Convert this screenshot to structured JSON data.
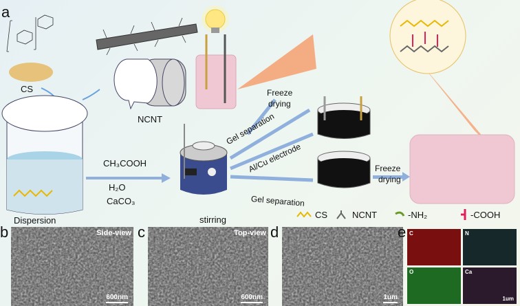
{
  "panel_labels": {
    "a": "a",
    "b": "b",
    "c": "c",
    "d": "d",
    "e": "e"
  },
  "materials": {
    "cs": "CS",
    "ncnt": "NCNT"
  },
  "steps": {
    "dispersion": "Dispersion",
    "reagent1": "CH₃COOH",
    "reagent2": "H₂O",
    "reagent3": "CaCO₃",
    "stirring": "stirring",
    "gel_separation_top": "Gel separation",
    "electrode": "Al/Cu electrode",
    "gel_separation_bottom": "Gel separation",
    "freeze_top_1": "Freeze",
    "freeze_top_2": "drying",
    "freeze_bottom_1": "Freeze",
    "freeze_bottom_2": "drying"
  },
  "legend": {
    "cs": "CS",
    "ncnt": "NCNT",
    "nh2": "-NH₂",
    "cooh": "-COOH"
  },
  "sem": {
    "b": {
      "view": "Side-view",
      "scale": "600nm"
    },
    "c": {
      "view": "Top-view",
      "scale": "600nm"
    },
    "d": {
      "scale": "1um"
    }
  },
  "eds": {
    "c": "C",
    "n": "N",
    "o": "O",
    "ca": "Ca",
    "scale": "1um"
  },
  "colors": {
    "arrow": "#8fb0dc",
    "aerogel": "#f0c8d4",
    "cs_chain": "#e8b800",
    "cooh": "#e0205a",
    "nh2": "#6a9a2a"
  }
}
